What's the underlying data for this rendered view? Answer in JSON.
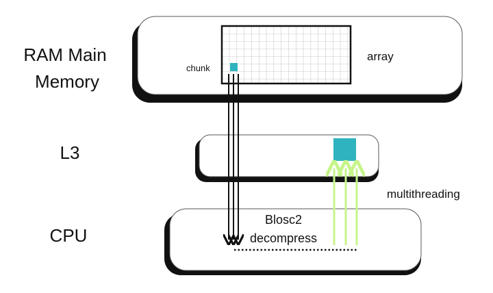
{
  "labels": {
    "ram": [
      "RAM Main",
      "Memory"
    ],
    "l3": "L3",
    "cpu": "CPU",
    "chunk": "chunk",
    "array": "array",
    "multithreading": "multithreading",
    "blosc": [
      "Blosc2",
      "decompress"
    ]
  },
  "colors": {
    "chunk": "#2fb3bf",
    "threads": "#c6f58a",
    "shadow": "#111111",
    "outline": "#555555"
  }
}
